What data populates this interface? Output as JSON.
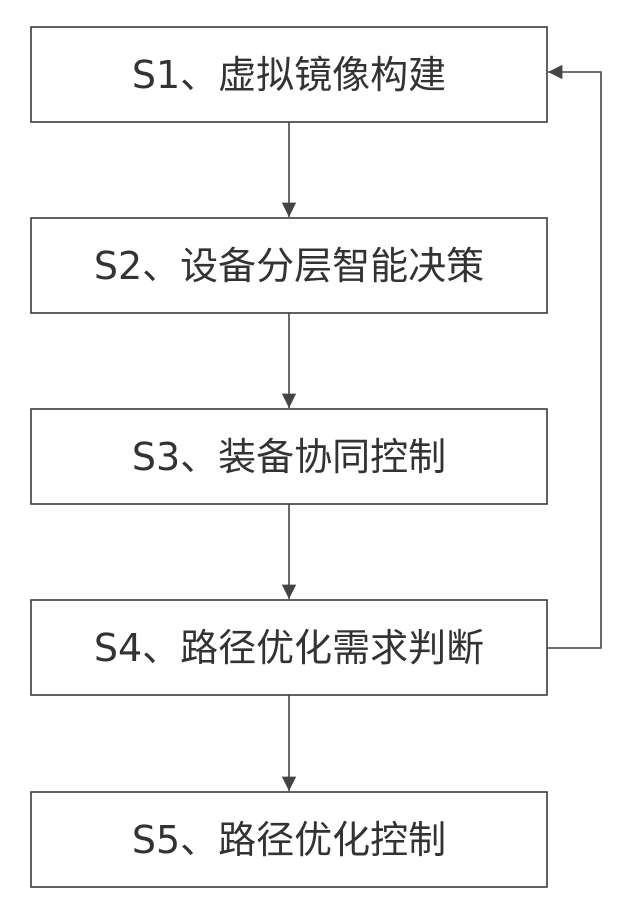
{
  "steps": [
    {
      "id": "S1",
      "label": "S1、虚拟镜像构建"
    },
    {
      "id": "S2",
      "label": "S2、设备分层智能决策"
    },
    {
      "id": "S3",
      "label": "S3、装备协同控制"
    },
    {
      "id": "S4",
      "label": "S4、路径优化需求判断"
    },
    {
      "id": "S5",
      "label": "S5、路径优化控制"
    }
  ],
  "edges": [
    {
      "from": "S1",
      "to": "S2"
    },
    {
      "from": "S2",
      "to": "S3"
    },
    {
      "from": "S3",
      "to": "S4"
    },
    {
      "from": "S4",
      "to": "S5"
    },
    {
      "from": "S4",
      "to": "S1",
      "type": "feedback"
    }
  ]
}
